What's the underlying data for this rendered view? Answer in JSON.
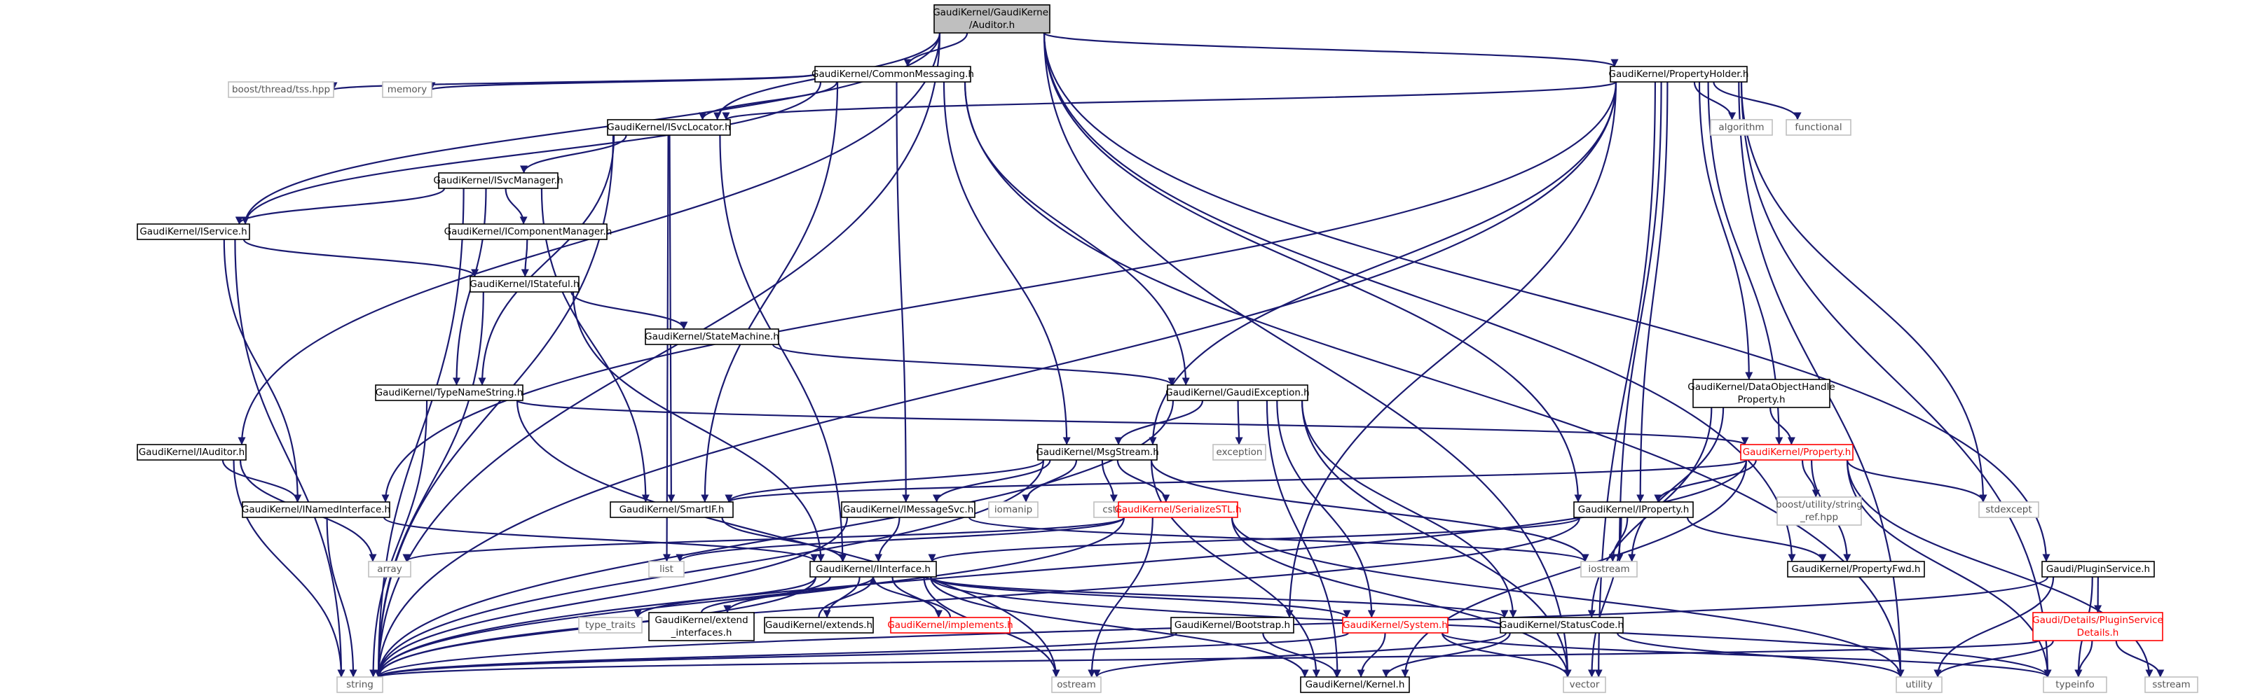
{
  "nodes": {
    "auditor": [
      "GaudiKernel/GaudiKernel",
      "/Auditor.h"
    ],
    "commonmsg": [
      "GaudiKernel/CommonMessaging.h"
    ],
    "propholder": [
      "GaudiKernel/PropertyHolder.h"
    ],
    "boostthread": [
      "boost/thread/tss.hpp"
    ],
    "memory": [
      "memory"
    ],
    "isvclocator": [
      "GaudiKernel/ISvcLocator.h"
    ],
    "algorithm": [
      "algorithm"
    ],
    "functional": [
      "functional"
    ],
    "isvcmanager": [
      "GaudiKernel/ISvcManager.h"
    ],
    "iservice": [
      "GaudiKernel/IService.h"
    ],
    "icompmanager": [
      "GaudiKernel/IComponentManager.h"
    ],
    "istateful": [
      "GaudiKernel/IStateful.h"
    ],
    "statemachine": [
      "GaudiKernel/StateMachine.h"
    ],
    "typenamestring": [
      "GaudiKernel/TypeNameString.h"
    ],
    "gaudiexception": [
      "GaudiKernel/GaudiException.h"
    ],
    "dataobjhandle": [
      "GaudiKernel/DataObjectHandle",
      "Property.h"
    ],
    "iauditor": [
      "GaudiKernel/IAuditor.h"
    ],
    "msgstream": [
      "GaudiKernel/MsgStream.h"
    ],
    "exception": [
      "exception"
    ],
    "property": [
      "GaudiKernel/Property.h"
    ],
    "stdexcept": [
      "stdexcept"
    ],
    "inamedinterface": [
      "GaudiKernel/INamedInterface.h"
    ],
    "smartif": [
      "GaudiKernel/SmartIF.h"
    ],
    "imessagesvc": [
      "GaudiKernel/IMessageSvc.h"
    ],
    "iomanip": [
      "iomanip"
    ],
    "cstdio": [
      "cstdio"
    ],
    "serializestl": [
      "GaudiKernel/SerializeSTL.h"
    ],
    "boostref": [
      "boost/utility/string",
      "_ref.hpp"
    ],
    "iproperty": [
      "GaudiKernel/IProperty.h"
    ],
    "array": [
      "array"
    ],
    "list": [
      "list"
    ],
    "iinterface": [
      "GaudiKernel/IInterface.h"
    ],
    "iostream": [
      "iostream"
    ],
    "propertyfwd": [
      "GaudiKernel/PropertyFwd.h"
    ],
    "pluginservice": [
      "Gaudi/PluginService.h"
    ],
    "typetraits": [
      "type_traits"
    ],
    "extendinterfaces": [
      "GaudiKernel/extend",
      "_interfaces.h"
    ],
    "extends": [
      "GaudiKernel/extends.h"
    ],
    "implements": [
      "GaudiKernel/implements.h"
    ],
    "pluginservicedetails": [
      "Gaudi/Details/PluginService",
      "Details.h"
    ],
    "bootstrap": [
      "GaudiKernel/Bootstrap.h"
    ],
    "system": [
      "GaudiKernel/System.h"
    ],
    "statuscode": [
      "GaudiKernel/StatusCode.h"
    ],
    "string": [
      "string"
    ],
    "ostream": [
      "ostream"
    ],
    "kernel": [
      "GaudiKernel/Kernel.h"
    ],
    "vector": [
      "vector"
    ],
    "utility": [
      "utility"
    ],
    "typeinfo": [
      "typeinfo"
    ],
    "sstream": [
      "sstream"
    ]
  },
  "colors": {
    "edge": "#191970",
    "node_border": "#000000",
    "root_fill": "#bfbfbf",
    "highlight_border": "#ff0000",
    "external_border": "#bfbfbf"
  }
}
